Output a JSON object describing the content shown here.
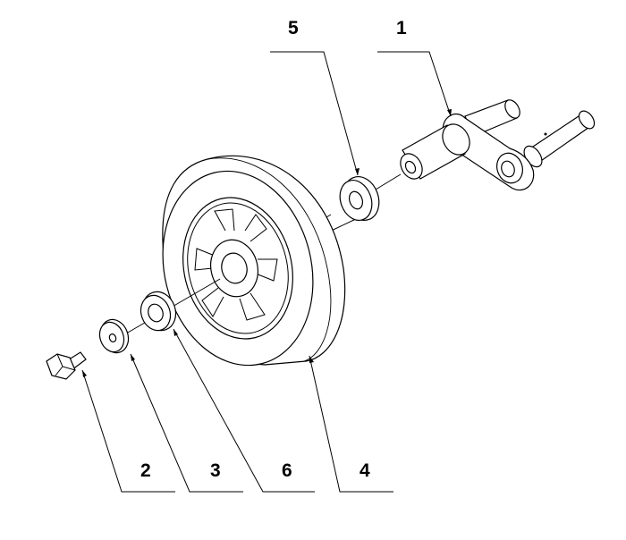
{
  "diagram": {
    "callouts": [
      {
        "id": "c5",
        "label": "5"
      },
      {
        "id": "c1",
        "label": "1"
      },
      {
        "id": "c2",
        "label": "2"
      },
      {
        "id": "c3",
        "label": "3"
      },
      {
        "id": "c6",
        "label": "6"
      },
      {
        "id": "c4",
        "label": "4"
      }
    ]
  }
}
